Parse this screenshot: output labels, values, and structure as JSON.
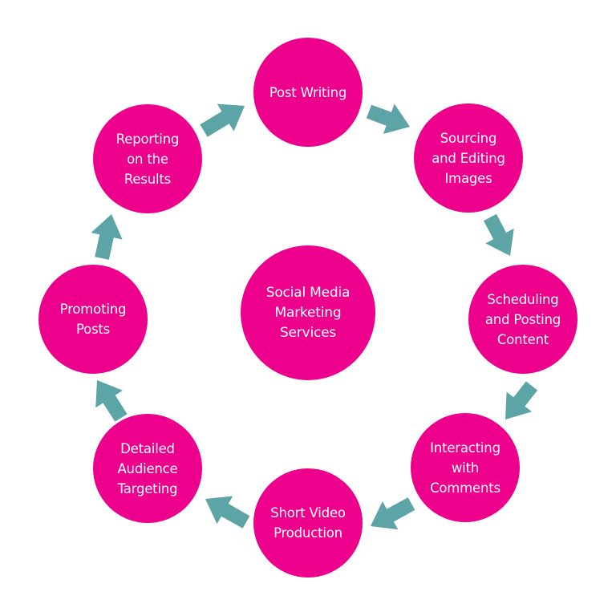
{
  "title": "Social Media Marketing Services",
  "colors": {
    "node": "#EC008C",
    "arrow": "#5CA4A6",
    "text": "#FFFFFF",
    "background": "#FFFFFF"
  },
  "center": {
    "lines": [
      "Social Media",
      "Marketing",
      "Services"
    ]
  },
  "steps": [
    {
      "id": "post-writing",
      "lines": [
        "Post Writing"
      ]
    },
    {
      "id": "sourcing-editing-images",
      "lines": [
        "Sourcing",
        "and Editing",
        "Images"
      ]
    },
    {
      "id": "scheduling-posting-content",
      "lines": [
        "Scheduling",
        "and Posting",
        "Content"
      ]
    },
    {
      "id": "interacting-with-comments",
      "lines": [
        "Interacting",
        "with",
        "Comments"
      ]
    },
    {
      "id": "short-video-production",
      "lines": [
        "Short Video",
        "Production"
      ]
    },
    {
      "id": "detailed-audience-targeting",
      "lines": [
        "Detailed",
        "Audience",
        "Targeting"
      ]
    },
    {
      "id": "promoting-posts",
      "lines": [
        "Promoting",
        "Posts"
      ]
    },
    {
      "id": "reporting-on-results",
      "lines": [
        "Reporting",
        "on the",
        "Results"
      ]
    }
  ],
  "flow": [
    {
      "from": "reporting-on-results",
      "to": "post-writing"
    },
    {
      "from": "post-writing",
      "to": "sourcing-editing-images"
    },
    {
      "from": "sourcing-editing-images",
      "to": "scheduling-posting-content"
    },
    {
      "from": "scheduling-posting-content",
      "to": "interacting-with-comments"
    },
    {
      "from": "interacting-with-comments",
      "to": "short-video-production"
    },
    {
      "from": "short-video-production",
      "to": "detailed-audience-targeting"
    },
    {
      "from": "detailed-audience-targeting",
      "to": "promoting-posts"
    },
    {
      "from": "promoting-posts",
      "to": "reporting-on-results"
    }
  ]
}
